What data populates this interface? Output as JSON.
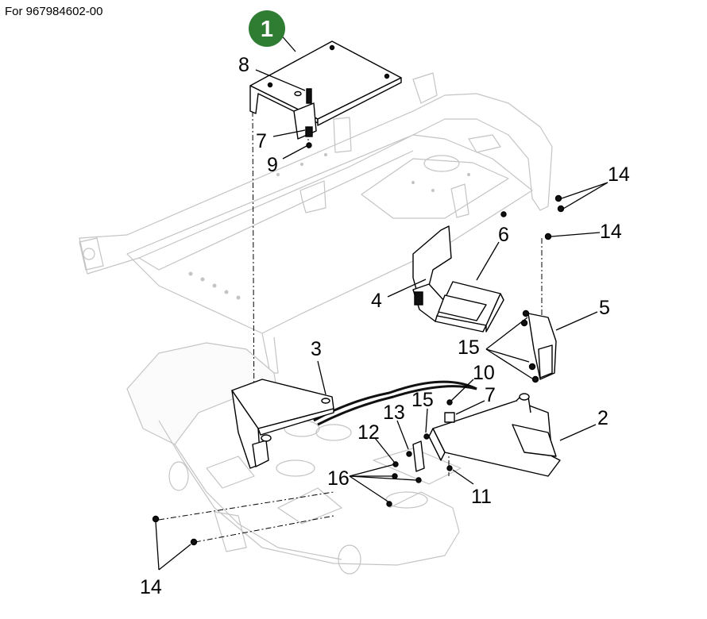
{
  "header": {
    "text": "For 967984602-00"
  },
  "badge": {
    "text": "1",
    "color": "#2e7d32"
  },
  "callouts": [
    {
      "id": "8",
      "text": "8"
    },
    {
      "id": "7a",
      "text": "7"
    },
    {
      "id": "9",
      "text": "9"
    },
    {
      "id": "14a",
      "text": "14"
    },
    {
      "id": "14b",
      "text": "14"
    },
    {
      "id": "6",
      "text": "6"
    },
    {
      "id": "4",
      "text": "4"
    },
    {
      "id": "5",
      "text": "5"
    },
    {
      "id": "3",
      "text": "3"
    },
    {
      "id": "15a",
      "text": "15"
    },
    {
      "id": "10",
      "text": "10"
    },
    {
      "id": "7b",
      "text": "7"
    },
    {
      "id": "15b",
      "text": "15"
    },
    {
      "id": "13",
      "text": "13"
    },
    {
      "id": "2",
      "text": "2"
    },
    {
      "id": "12",
      "text": "12"
    },
    {
      "id": "16",
      "text": "16"
    },
    {
      "id": "11",
      "text": "11"
    },
    {
      "id": "14c",
      "text": "14"
    }
  ]
}
